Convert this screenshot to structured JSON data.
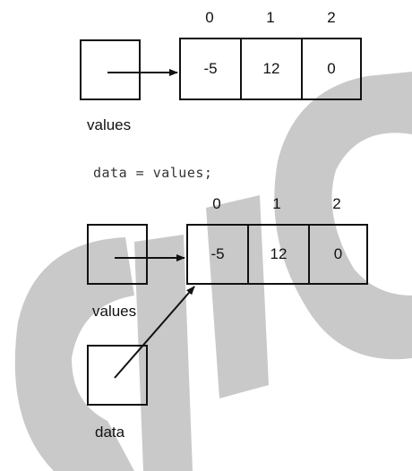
{
  "diagram_1": {
    "indices": [
      "0",
      "1",
      "2"
    ],
    "cells": [
      "-5",
      "12",
      "0"
    ],
    "variable_label": "values"
  },
  "code_line": "data = values;",
  "diagram_2": {
    "indices": [
      "0",
      "1",
      "2"
    ],
    "cells": [
      "-5",
      "12",
      "0"
    ],
    "variable_label_1": "values",
    "variable_label_2": "data"
  },
  "colors": {
    "watermark": "#c8c8c8",
    "stroke": "#111111"
  }
}
